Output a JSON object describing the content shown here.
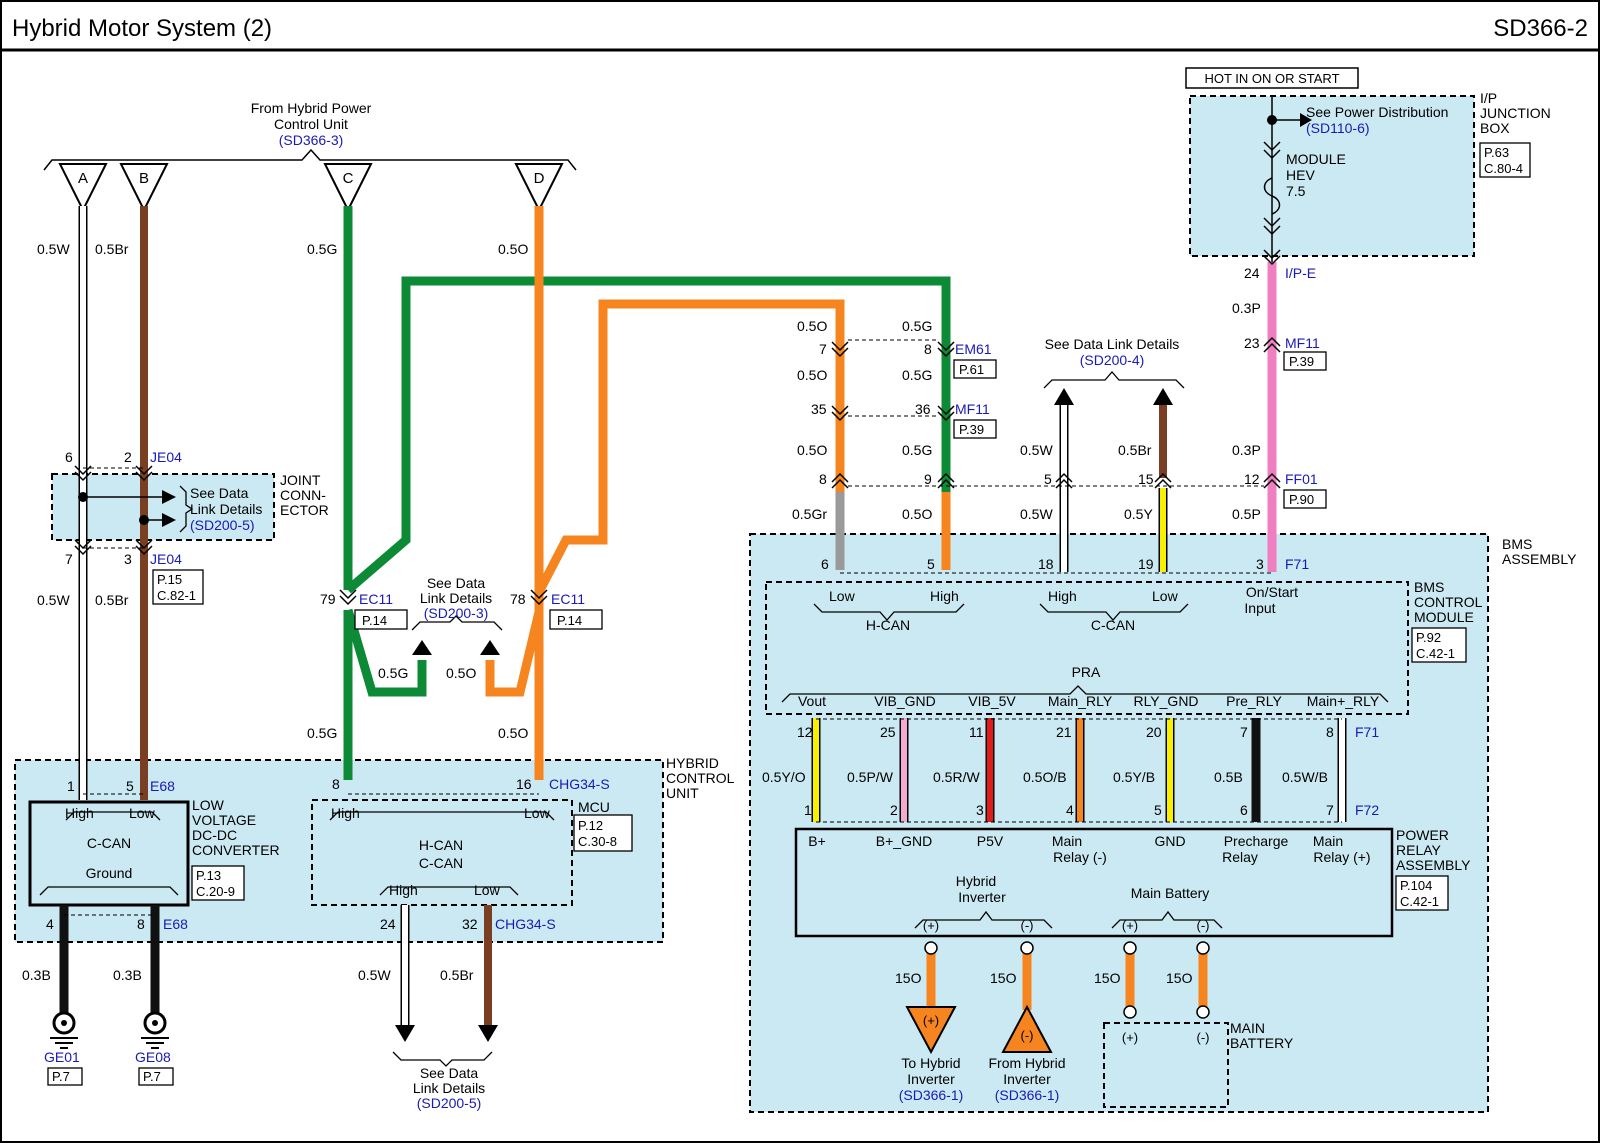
{
  "header": {
    "title": "Hybrid Motor System (2)",
    "code": "SD366-2"
  },
  "from_hpcu": {
    "line1": "From Hybrid Power",
    "line2": "Control Unit",
    "ref": "(SD366-3)"
  },
  "triangles": {
    "a": "A",
    "b": "B",
    "c": "C",
    "d": "D"
  },
  "wires": {
    "w05W": "0.5W",
    "w05Br": "0.5Br",
    "w05G": "0.5G",
    "w05O": "0.5O",
    "w05Gr": "0.5Gr",
    "w05Y": "0.5Y",
    "w03P": "0.3P",
    "w05P": "0.5P",
    "w03B": "0.3B",
    "w05YO": "0.5Y/O",
    "w05PW": "0.5P/W",
    "w05RW": "0.5R/W",
    "w05OB": "0.5O/B",
    "w05YB": "0.5Y/B",
    "w05B": "0.5B",
    "w05WB": "0.5W/B",
    "w15O": "15O"
  },
  "pins": {
    "p1": "1",
    "p2": "2",
    "p3": "3",
    "p4": "4",
    "p5": "5",
    "p6": "6",
    "p7": "7",
    "p8": "8",
    "p9": "9",
    "p11": "11",
    "p12": "12",
    "p15": "15",
    "p16": "16",
    "p18": "18",
    "p19": "19",
    "p20": "20",
    "p21": "21",
    "p23": "23",
    "p24": "24",
    "p25": "25",
    "p32": "32",
    "p35": "35",
    "p36": "36",
    "p78": "78",
    "p79": "79"
  },
  "connectors": {
    "je04": "JE04",
    "e68": "E68",
    "ec11": "EC11",
    "chg34s": "CHG34-S",
    "em61": "EM61",
    "mf11": "MF11",
    "ff01": "FF01",
    "f71": "F71",
    "f72": "F72",
    "ipe": "I/P-E",
    "ge01": "GE01",
    "ge08": "GE08"
  },
  "pages": {
    "p7": "P.7",
    "p12": "P.12",
    "p13": "P.13",
    "p14": "P.14",
    "p15": "P.15",
    "p39": "P.39",
    "p61": "P.61",
    "p63": "P.63",
    "p90": "P.90",
    "p92": "P.92",
    "p104": "P.104",
    "c82_1": "C.82-1",
    "c30_8": "C.30-8",
    "c20_9": "C.20-9",
    "c42_1": "C.42-1",
    "c80_4": "C.80-4"
  },
  "datalink": {
    "line1": "See Data",
    "line2": "Link Details",
    "see_full": "See Data Link Details",
    "ref3": "(SD200-3)",
    "ref4": "(SD200-4)",
    "ref5": "(SD200-5)"
  },
  "joint": {
    "line1": "JOINT",
    "line2": "CONN-",
    "line3": "ECTOR"
  },
  "ldc": {
    "line1": "LOW",
    "line2": "VOLTAGE",
    "line3": "DC-DC",
    "line4": "CONVERTER",
    "ground": "Ground"
  },
  "hcu": {
    "line1": "HYBRID",
    "line2": "CONTROL",
    "line3": "UNIT"
  },
  "mcu": {
    "name": "MCU"
  },
  "signals": {
    "high": "High",
    "low": "Low",
    "ccan": "C-CAN",
    "hcan": "H-CAN",
    "onstart1": "On/Start",
    "onstart2": "Input",
    "pra": "PRA"
  },
  "pra_pins": {
    "vout": "Vout",
    "vib_gnd": "VIB_GND",
    "vib_5v": "VIB_5V",
    "main_rly": "Main_RLY",
    "rly_gnd": "RLY_GND",
    "pre_rly": "Pre_RLY",
    "main_plus_rly": "Main+_RLY"
  },
  "relay_pins": {
    "bplus": "B+",
    "bplus_gnd": "B+_GND",
    "p5v": "P5V",
    "main_relay_minus_1": "Main",
    "main_relay_minus_2": "Relay (-)",
    "gnd": "GND",
    "precharge_1": "Precharge",
    "precharge_2": "Relay",
    "main_relay_plus_1": "Main",
    "main_relay_plus_2": "Relay (+)"
  },
  "hot": {
    "label": "HOT IN ON OR START"
  },
  "jbox": {
    "line1": "I/P",
    "line2": "JUNCTION",
    "line3": "BOX",
    "see_power": "See Power Distribution",
    "ref": "(SD110-6)",
    "fuse1": "MODULE",
    "fuse2": "HEV",
    "fuse3": "7.5"
  },
  "bms": {
    "asm1": "BMS",
    "asm2": "ASSEMBLY",
    "ctrl1": "BMS",
    "ctrl2": "CONTROL",
    "ctrl3": "MODULE"
  },
  "pra_asm": {
    "line1": "POWER",
    "line2": "RELAY",
    "line3": "ASSEMBLY"
  },
  "inverter": {
    "hybrid1": "Hybrid",
    "hybrid2": "Inverter",
    "main_batt": "Main Battery",
    "plus": "(+)",
    "minus": "(-)",
    "to1": "To Hybrid",
    "to2": "Inverter",
    "to_ref": "(SD366-1)",
    "from1": "From Hybrid",
    "from2": "Inverter",
    "from_ref": "(SD366-1)"
  },
  "main_battery": {
    "line1": "MAIN",
    "line2": "BATTERY"
  },
  "colors": {
    "green": "#0c8a36",
    "orange": "#f6851f",
    "brown": "#7a3e22",
    "pink": "#ef7fc0",
    "gray": "#9a9a9a",
    "yellow": "#f8f000",
    "red": "#e21b1b",
    "black": "#111111",
    "panel": "#cbe9f2",
    "ref_blue": "#1a1ab4"
  }
}
